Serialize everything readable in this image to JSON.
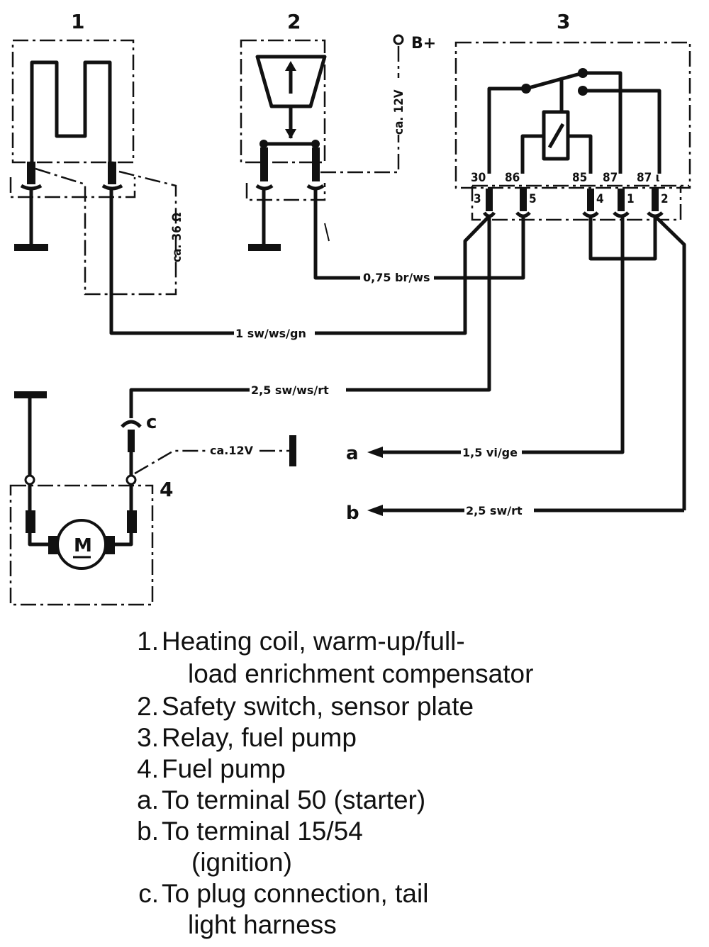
{
  "diagram": {
    "components": {
      "c1": {
        "number": "1"
      },
      "c2": {
        "number": "2"
      },
      "c3": {
        "number": "3"
      },
      "c4": {
        "number": "4"
      }
    },
    "relay_terminals": [
      {
        "id": "30",
        "pin": "3"
      },
      {
        "id": "86",
        "pin": "5"
      },
      {
        "id": "85",
        "pin": "4"
      },
      {
        "id": "87",
        "pin": "1"
      },
      {
        "id": "87 ι",
        "pin": "2"
      }
    ],
    "labels": {
      "b_plus": "B+",
      "volt_12_vertical": "ca. 12V",
      "ohm_36": "ca. 36 Ω",
      "volt_12_pump": "ca.12V",
      "plug_c": "c",
      "out_a": "a",
      "out_b": "b",
      "motor": "M"
    },
    "wires": {
      "w_075": "0,75 br/ws",
      "w_1": "1 sw/ws/gn",
      "w_25a": "2,5 sw/ws/rt",
      "w_15": "1,5 vi/ge",
      "w_25b": "2,5 sw/rt"
    }
  },
  "legend": [
    {
      "key": "1.",
      "lines": [
        "Heating coil, warm-up/full-",
        "load enrichment compensator"
      ]
    },
    {
      "key": "2.",
      "lines": [
        "Safety switch, sensor plate"
      ]
    },
    {
      "key": "3.",
      "lines": [
        "Relay, fuel pump"
      ]
    },
    {
      "key": "4.",
      "lines": [
        "Fuel pump"
      ]
    },
    {
      "key": "a.",
      "lines": [
        "To terminal 50 (starter)"
      ]
    },
    {
      "key": "b.",
      "lines": [
        "To terminal 15/54",
        "(ignition)"
      ]
    },
    {
      "key": "c.",
      "lines": [
        "To plug connection, tail",
        "light harness"
      ]
    }
  ]
}
